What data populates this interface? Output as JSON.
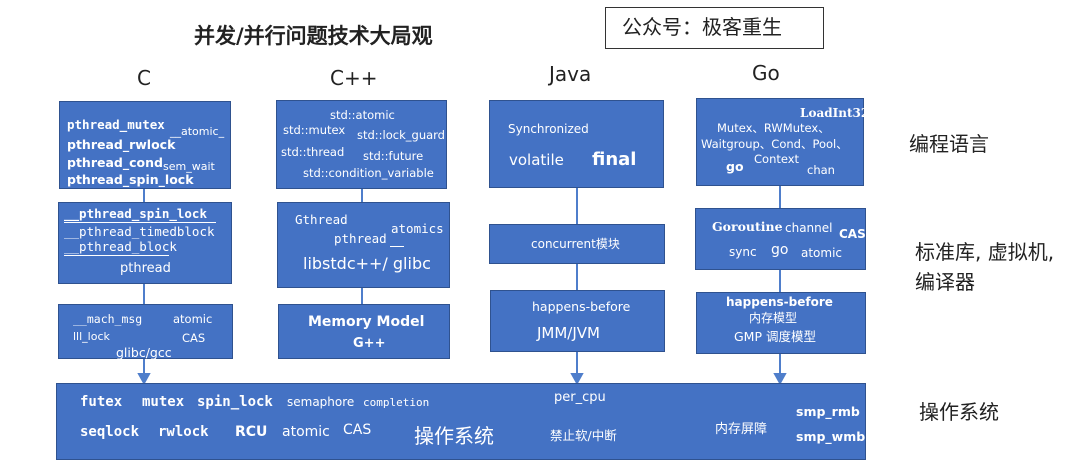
{
  "header": {
    "title": "并发/并行问题技术大局观",
    "account": "公众号：极客重生"
  },
  "columns": {
    "c": "C",
    "cpp": "C++",
    "java": "Java",
    "go": "Go"
  },
  "rows": {
    "languages": "编程语言",
    "stdlib_line1": "标准库, 虚拟机,",
    "stdlib_line2": "编译器",
    "os": "操作系统"
  },
  "c": {
    "lang": {
      "pthread_mutex": "pthread_mutex",
      "atomic": "__atomic_",
      "pthread_rwlock": "pthread_rwlock",
      "pthread_cond": "pthread_cond",
      "sem_wait": "sem_wait",
      "pthread_spin_lock": "pthread_spin_lock"
    },
    "lib": {
      "spin": "__pthread_spin_lock",
      "timedblock": "__pthread_timedblock",
      "block": "__pthread_block",
      "name": "pthread"
    },
    "rt": {
      "mach_msg": "__mach_msg",
      "atomic": "atomic",
      "lll_lock": "lll_lock",
      "cas": "CAS",
      "name": "glibc/gcc"
    }
  },
  "cpp": {
    "lang": {
      "std_atomic": "std::atomic",
      "std_mutex": "std::mutex",
      "std_lock_guard": "std::lock_guard",
      "std_thread": "std::thread",
      "std_future": "std::future",
      "std_cv": "std::condition_variable"
    },
    "lib": {
      "gthread": "Gthread",
      "atomics": "atomics",
      "pthread": "pthread",
      "name": "libstdc++/ glibc"
    },
    "rt": {
      "name": "Memory Model",
      "gpp": "G++"
    }
  },
  "java": {
    "lang": {
      "synchronized": "Synchronized",
      "volatile": "volatile",
      "final": "final"
    },
    "lib": {
      "name": "concurrent模块"
    },
    "rt": {
      "hb": "happens-before",
      "name": "JMM/JVM"
    }
  },
  "go": {
    "lang": {
      "loadint32": "LoadInt32",
      "line1": "Mutex、RWMutex、",
      "line2": "Waitgroup、Cond、Pool、",
      "context": "Context",
      "go": "go",
      "chan": "chan"
    },
    "lib": {
      "goroutine": "Goroutine",
      "channel": "channel",
      "cas": "CAS",
      "sync": "sync",
      "go": "go",
      "atomic": "atomic"
    },
    "rt": {
      "hb": "happens-before",
      "mem": "内存模型",
      "gmp": "GMP 调度模型"
    }
  },
  "os": {
    "futex": "futex",
    "mutex": "mutex",
    "spin_lock": "spin_lock",
    "semaphore": "semaphore",
    "completion": "completion",
    "per_cpu": "per_cpu",
    "smp_rmb": "smp_rmb",
    "seqlock": "seqlock",
    "rwlock": "rwlock",
    "rcu": "RCU",
    "atomic": "atomic",
    "cas": "CAS",
    "name": "操作系统",
    "irq": "禁止软/中断",
    "barrier": "内存屏障",
    "smp_wmb": "smp_wmb"
  },
  "colors": {
    "box": "#4472c4",
    "box_border": "#2f528f",
    "text": "#ffffff",
    "connector": "#4f7ecb"
  }
}
